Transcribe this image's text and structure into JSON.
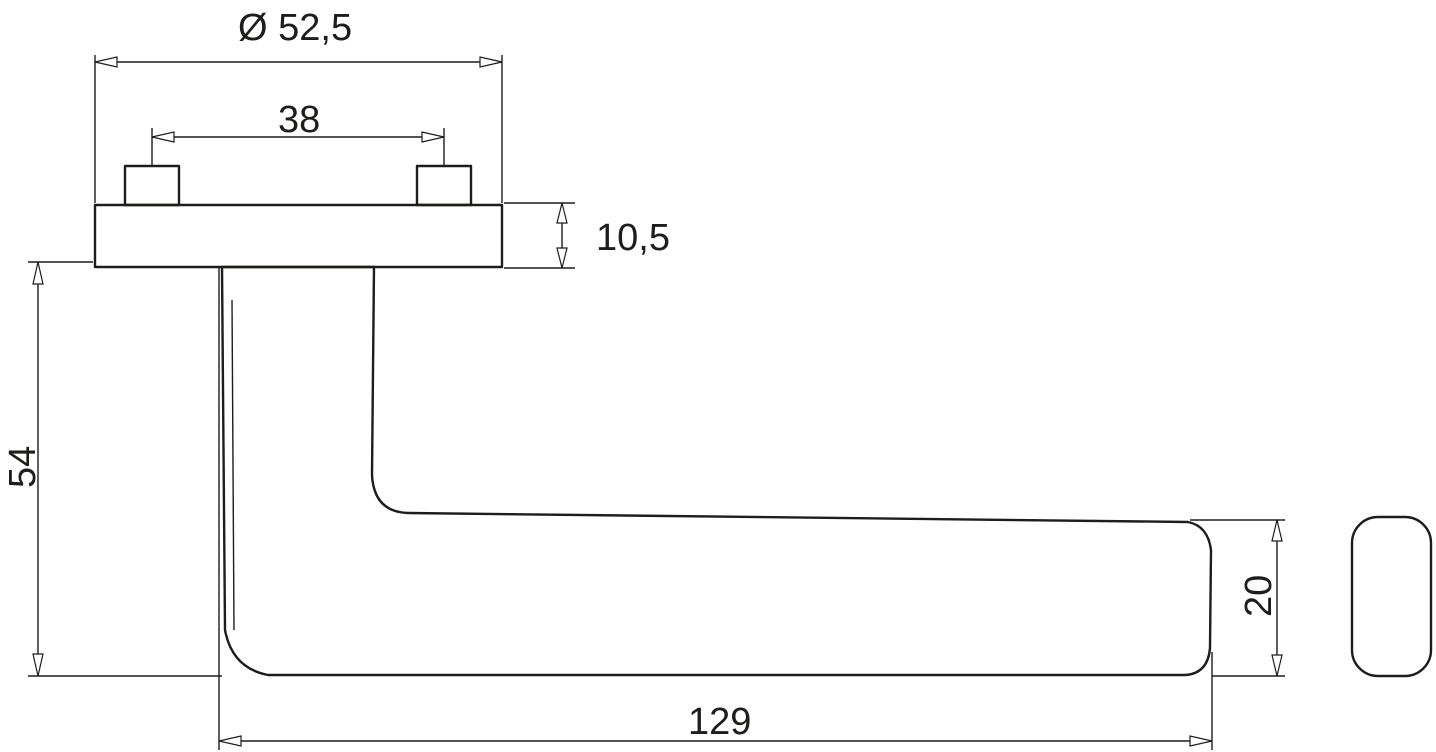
{
  "dimensions": {
    "rose_diameter": "Ø 52,5",
    "pin_spacing": "38",
    "rose_thickness": "10,5",
    "handle_height": "54",
    "grip_height": "20",
    "handle_length": "129"
  },
  "colors": {
    "line": "#1d1d1b",
    "background": "#ffffff"
  }
}
